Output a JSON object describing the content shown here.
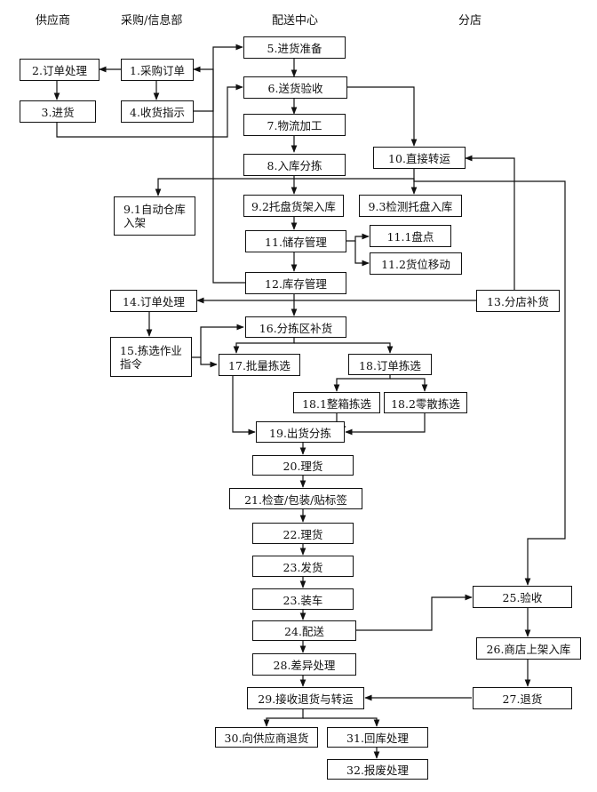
{
  "headers": {
    "supplier": "供应商",
    "purchasing": "采购/信息部",
    "distribution_center": "配送中心",
    "branch_store": "分店"
  },
  "nodes": {
    "n1": "1.采购订单",
    "n2": "2.订单处理",
    "n3": "3.进货",
    "n4": "4.收货指示",
    "n5": "5.进货准备",
    "n6": "6.送货验收",
    "n7": "7.物流加工",
    "n8": "8.入库分拣",
    "n9_1": "9.1自动仓库入架",
    "n9_2": "9.2托盘货架入库",
    "n9_3": "9.3检测托盘入库",
    "n10": "10.直接转运",
    "n11": "11.储存管理",
    "n11_1": "11.1盘点",
    "n11_2": "11.2货位移动",
    "n12": "12.库存管理",
    "n13": "13.分店补货",
    "n14": "14.订单处理",
    "n15": "15.拣选作业指令",
    "n16": "16.分拣区补货",
    "n17": "17.批量拣选",
    "n18": "18.订单拣选",
    "n18_1": "18.1整箱拣选",
    "n18_2": "18.2零散拣选",
    "n19": "19.出货分拣",
    "n20": "20.理货",
    "n21": "21.检查/包装/贴标签",
    "n22": "22.理货",
    "n23a": "23.发货",
    "n23b": "23.装车",
    "n24": "24.配送",
    "n25": "25.验收",
    "n26": "26.商店上架入库",
    "n27": "27.退货",
    "n28": "28.差异处理",
    "n29": "29.接收退货与转运",
    "n30": "30.向供应商退货",
    "n31": "31.回库处理",
    "n32": "32.报废处理"
  }
}
